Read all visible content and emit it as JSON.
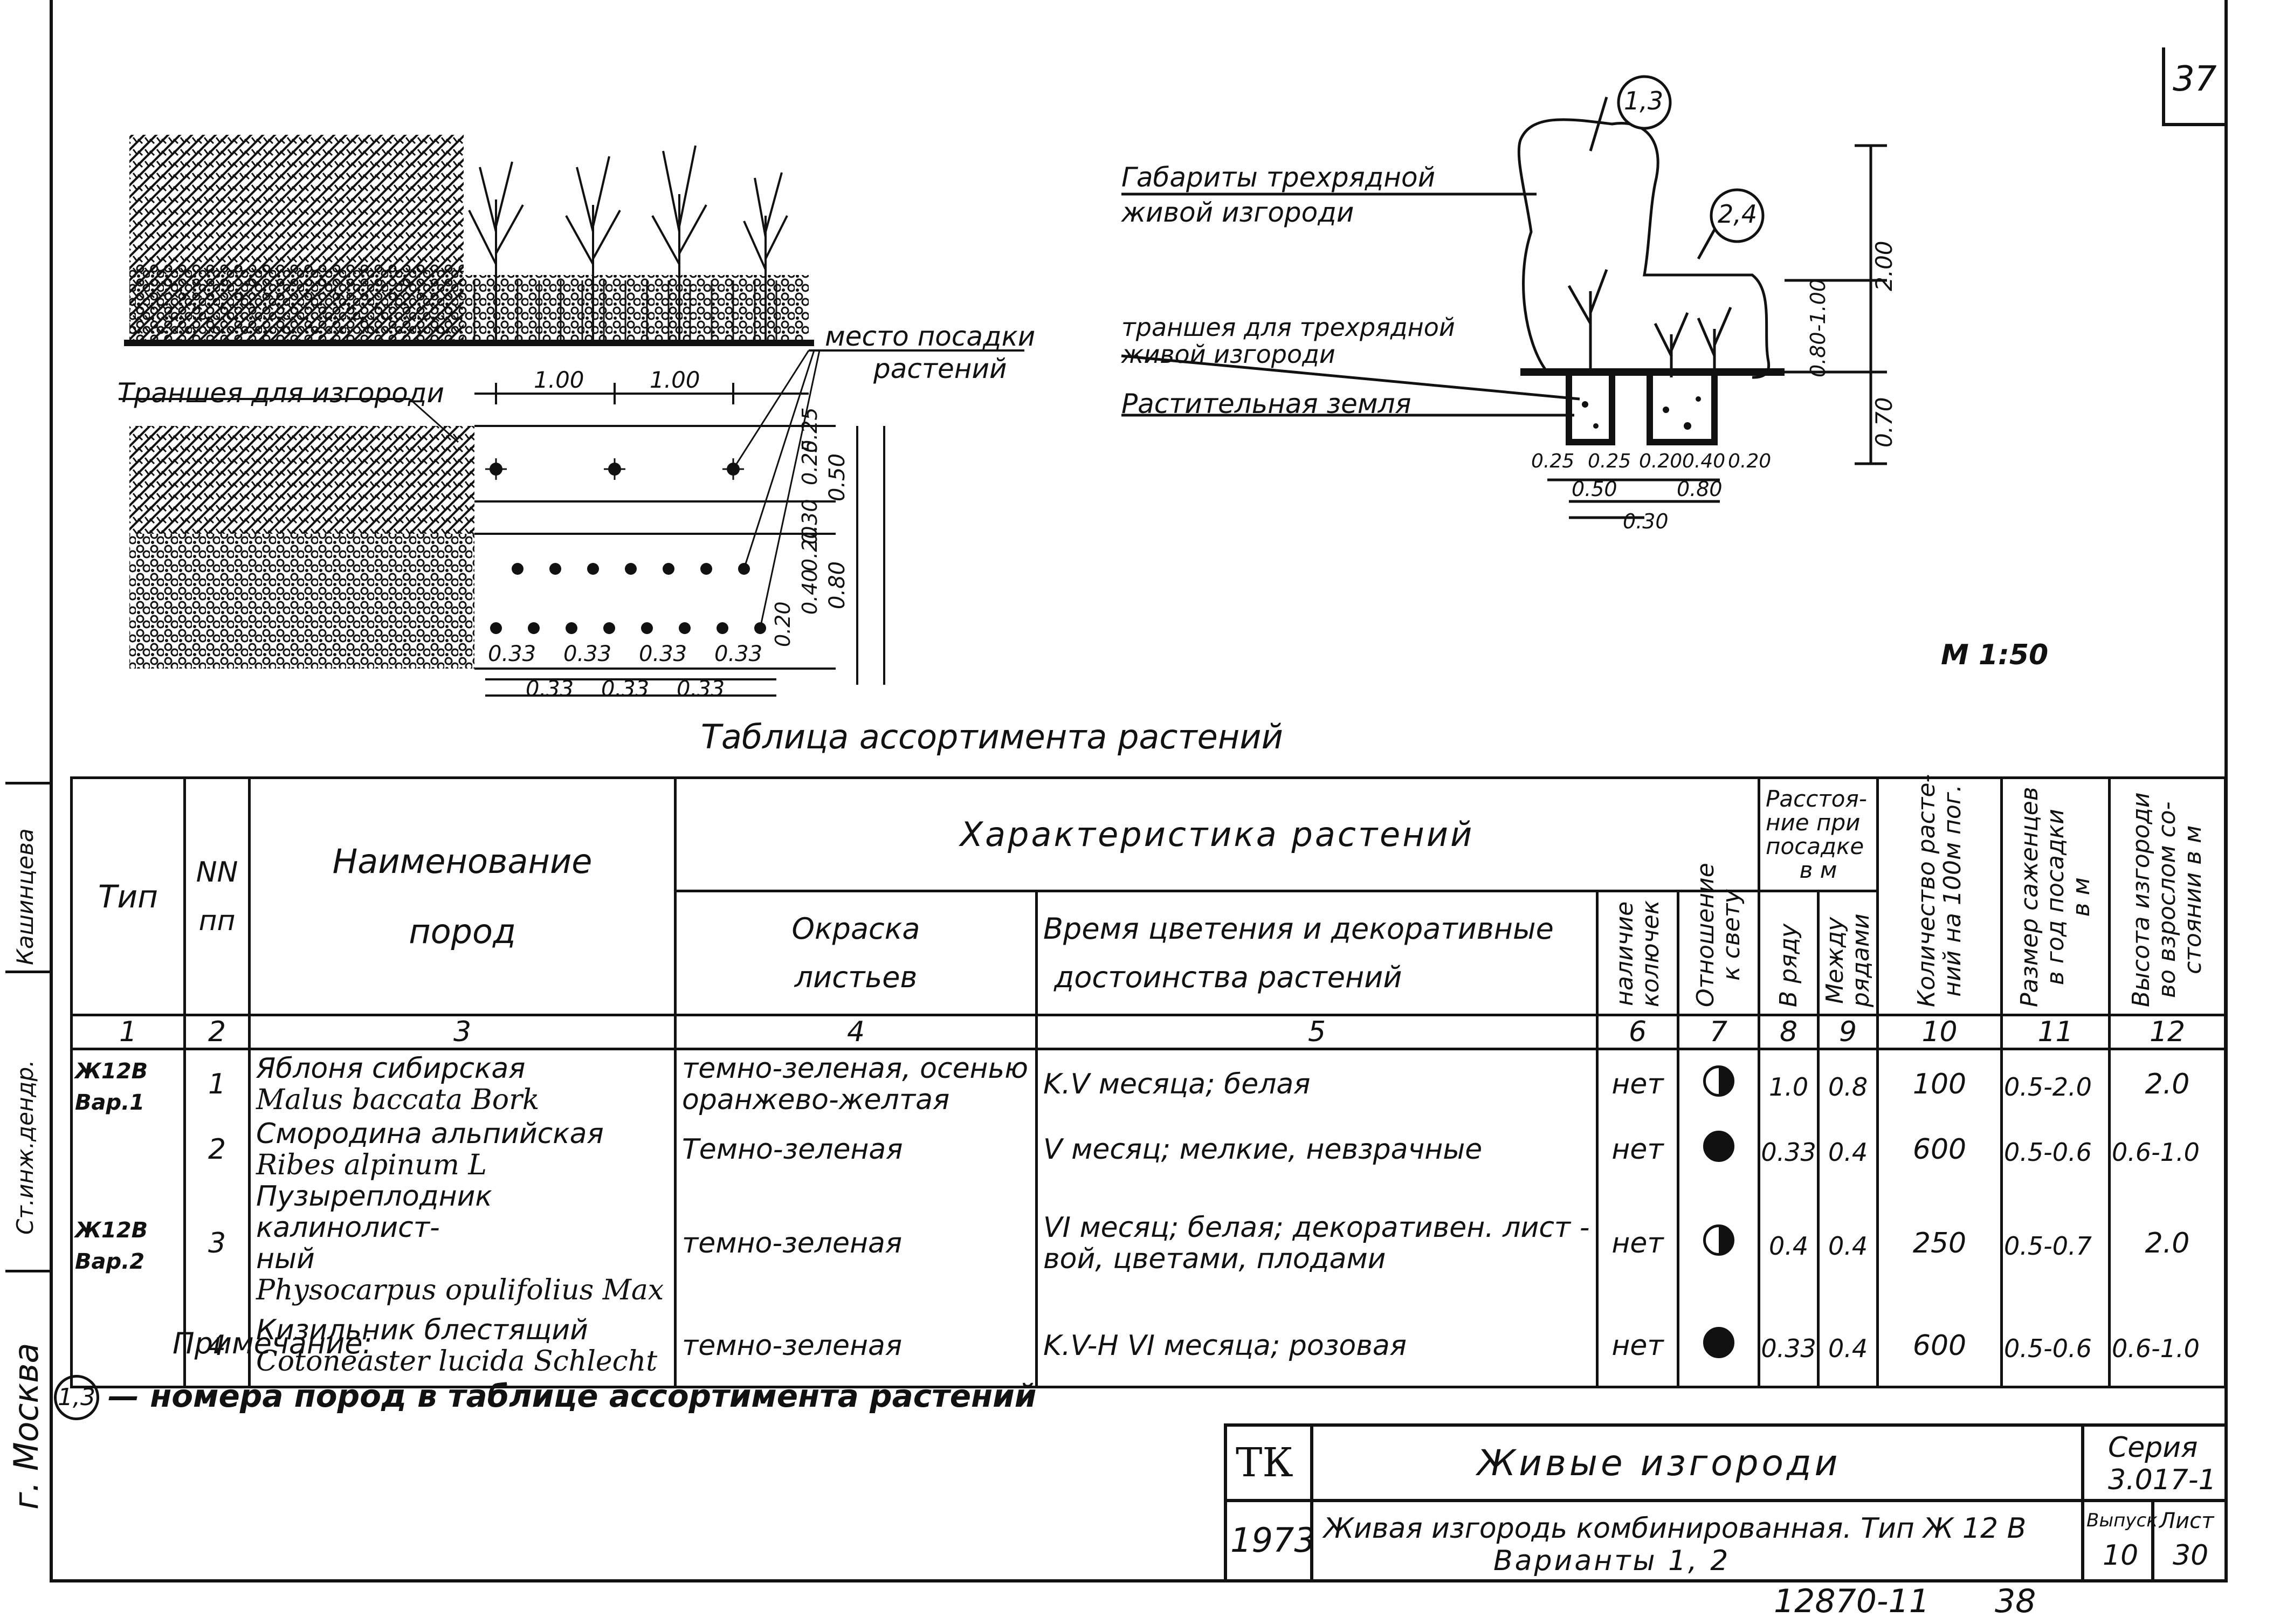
{
  "sheet_number": "37",
  "scale": "М 1:50",
  "left_labels": {
    "city": "г. Москва",
    "engineer": "Ст.инж.дендр.",
    "name": "Кашинцева"
  },
  "plan": {
    "trench_label": "Траншея для изгороди",
    "planting_label": [
      "место посадки",
      "растений"
    ],
    "dims_row1": [
      "1.00",
      "1.00"
    ],
    "dims_bottom_top": [
      "0.33",
      "0.33",
      "0.33",
      "0.33"
    ],
    "dims_bottom_low": [
      "0.33",
      "0.33",
      "0.33"
    ],
    "dims_right_upper": [
      "0.25",
      "0.25",
      "0.50"
    ],
    "dims_right_lower": [
      "0.30",
      "0.20",
      "0.40",
      "0.20",
      "0.80"
    ]
  },
  "section": {
    "circle_a": "1,3",
    "circle_b": "2,4",
    "label_gabarit": [
      "Габариты трехрядной",
      "живой изгороди"
    ],
    "label_trench": [
      "траншея для трехрядной",
      "живой изгороди"
    ],
    "label_soil": "Растительная земля",
    "dims_bottom_1": [
      "0.25",
      "0.25",
      "0.20",
      "0.40",
      "0.20"
    ],
    "dims_bottom_2": [
      "0.50",
      "0.80"
    ],
    "dims_bottom_3": "0.30",
    "dims_vertical": [
      "0.80-1.00",
      "2.00",
      "0.70"
    ]
  },
  "table": {
    "title": "Таблица ассортимента растений",
    "headers": {
      "type": "Тип",
      "nn": [
        "NN",
        "пп"
      ],
      "name": [
        "Наименование",
        "пород"
      ],
      "char": "Характеристика растений",
      "color": [
        "Окраска",
        "листьев"
      ],
      "bloom": [
        "Время цветения и декоративные",
        "достоинства растений"
      ],
      "thorns": [
        "наличие",
        "колючек"
      ],
      "light": [
        "Отношение",
        "к свету"
      ],
      "distance": [
        "Расстоя-",
        "ние при",
        "посадке",
        "в м"
      ],
      "in_row": "В ряду",
      "between": [
        "Между",
        "рядами"
      ],
      "quantity": [
        "Количество расте-",
        "ний на 100м пог."
      ],
      "size": [
        "Размер саженцев",
        "в год посадки",
        "в м"
      ],
      "height": [
        "Высота изгороди",
        "во взрослом со-",
        "стоянии в м"
      ]
    },
    "col_numbers": [
      "1",
      "2",
      "3",
      "4",
      "5",
      "6",
      "7",
      "8",
      "9",
      "10",
      "11",
      "12"
    ],
    "rows": [
      {
        "type": "Ж12В Вар.1",
        "nn": "1",
        "name": [
          "Яблоня сибирская",
          "Malus baccata Bork"
        ],
        "color": [
          "темно-зеленая, осенью",
          "оранжево-желтая"
        ],
        "bloom": [
          "K.V месяца; белая"
        ],
        "thorns": "нет",
        "light": "half",
        "in_row": "1.0",
        "between": "0.8",
        "qty": "100",
        "size": "0.5-2.0",
        "height": "2.0"
      },
      {
        "type": "",
        "nn": "2",
        "name": [
          "Смородина альпийская",
          "Ribes alpinum L"
        ],
        "color": [
          "Темно-зеленая"
        ],
        "bloom": [
          "V месяц; мелкие, невзрачные"
        ],
        "thorns": "нет",
        "light": "full",
        "in_row": "0.33",
        "between": "0.4",
        "qty": "600",
        "size": "0.5-0.6",
        "height": "0.6-1.0"
      },
      {
        "type": "Ж12В Вар.2",
        "nn": "3",
        "name": [
          "Пузыреплодник калинолист-",
          "ный",
          "Physocarpus opulifolius Max"
        ],
        "color": [
          "темно-зеленая"
        ],
        "bloom": [
          "VI месяц; белая; декоративен. лист -",
          "вой, цветами, плодами"
        ],
        "thorns": "нет",
        "light": "half",
        "in_row": "0.4",
        "between": "0.4",
        "qty": "250",
        "size": "0.5-0.7",
        "height": "2.0"
      },
      {
        "type": "",
        "nn": "4",
        "name": [
          "Кизильник блестящий",
          "Cotoneaster lucida Schlecht"
        ],
        "color": [
          "темно-зеленая"
        ],
        "bloom": [
          "K.V-H VI месяца; розовая"
        ],
        "thorns": "нет",
        "light": "full",
        "in_row": "0.33",
        "between": "0.4",
        "qty": "600",
        "size": "0.5-0.6",
        "height": "0.6-1.0"
      }
    ]
  },
  "note": {
    "heading": "Примечание:",
    "circle": "1,3",
    "text": "— номера пород в таблице ассортимента растений"
  },
  "title_block": {
    "org": "ТК",
    "year": "1973",
    "title": "Живые изгороди",
    "subtitle_1": "Живая изгородь комбинированная. Тип Ж 12 В",
    "subtitle_2": "Варианты 1, 2",
    "series_label": "Серия",
    "series_value": "3.017-1",
    "issue_label": "Выпуск",
    "issue_value": "10",
    "sheet_label": "Лист",
    "sheet_value": "30"
  },
  "footer": {
    "code": "12870-11",
    "page": "38"
  }
}
